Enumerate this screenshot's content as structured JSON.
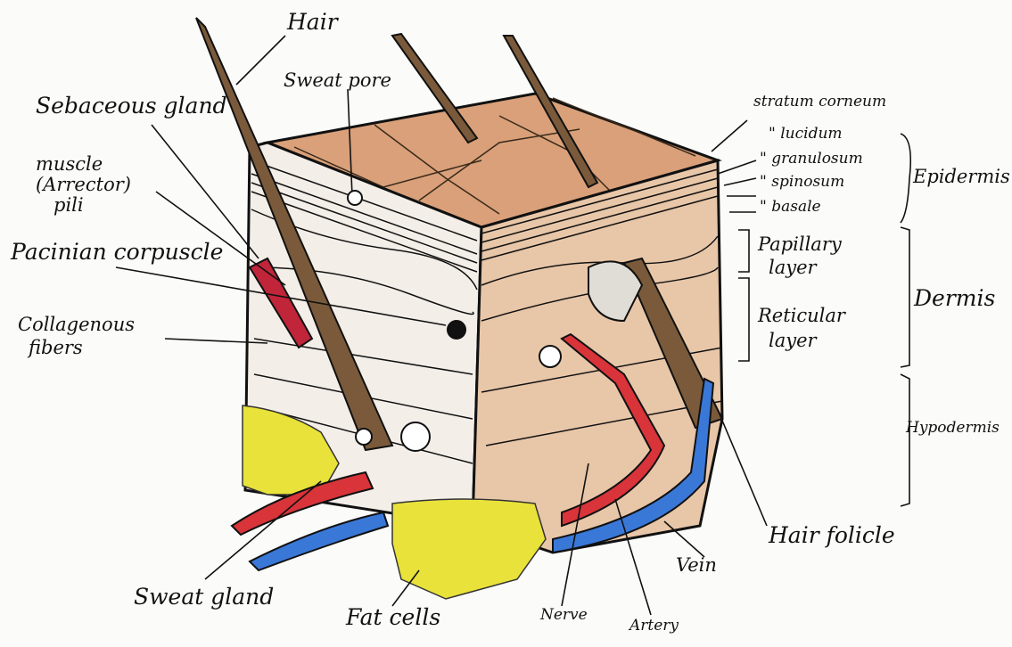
{
  "labels": {
    "hair": "Hair",
    "sweat_pore": "Sweat pore",
    "sebaceous_gland": "Sebaceous gland",
    "muscle_line1": "muscle",
    "muscle_line2": "(Arrector)",
    "muscle_line3": "pili",
    "pacinian_corpuscle": "Pacinian corpuscle",
    "collagenous_line1": "Collagenous",
    "collagenous_line2": "fibers",
    "sweat_gland": "Sweat gland",
    "fat_cells": "Fat cells",
    "nerve": "Nerve",
    "artery": "Artery",
    "vein": "Vein",
    "hair_follicle": "Hair folicle",
    "stratum_corneum": "stratum corneum",
    "lucidum": "\" lucidum",
    "granulosum": "\" granulosum",
    "spinosum": "\" spinosum",
    "basale": "\" basale",
    "epidermis": "Epidermis",
    "papillary_line1": "Papillary",
    "papillary_line2": "layer",
    "reticular_line1": "Reticular",
    "reticular_line2": "layer",
    "dermis": "Dermis",
    "hypodermis": "Hypodermis"
  },
  "colors": {
    "skin_top": "#d9a07a",
    "skin_side": "#e8c6a8",
    "hair": "#7a5a3a",
    "artery": "#d8343a",
    "vein": "#3a78d8",
    "fat": "#e8e23a",
    "muscle": "#c0253a",
    "ink": "#111111"
  }
}
